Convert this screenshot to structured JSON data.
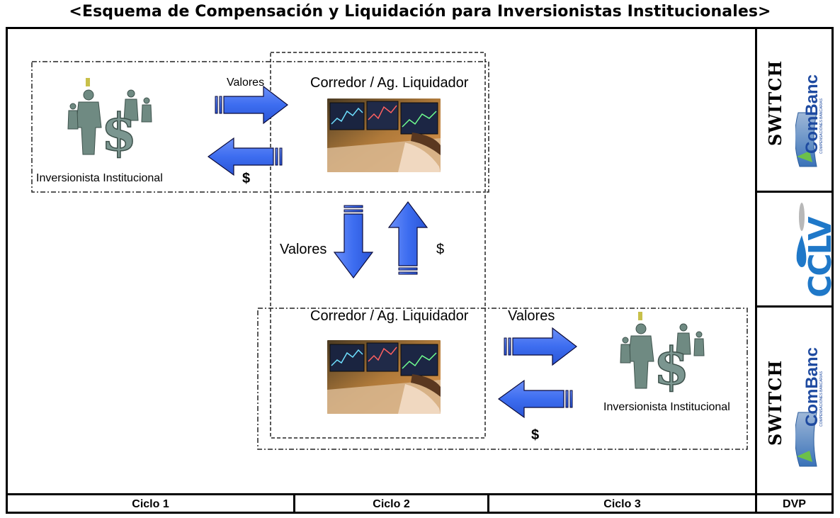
{
  "title": "<Esquema de Compensación y Liquidación para Inversionistas Institucionales>",
  "nodes": {
    "investor_1": "Inversionista Institucional",
    "broker_1": "Corredor / Ag. Liquidador",
    "broker_2": "Corredor / Ag. Liquidador",
    "investor_2": "Inversionista Institucional"
  },
  "flows": {
    "top_securities": "Valores",
    "top_cash": "$",
    "middle_securities": "Valores",
    "middle_cash": "$",
    "bottom_securities": "Valores",
    "bottom_cash": "$"
  },
  "side_panel": {
    "switch_top": "SWITCH",
    "combanc_top": "ComBanc",
    "combanc_top_sub": "COMPENSACIONES BANCARIAS",
    "cclv": "CCLV",
    "switch_bottom": "SWITCH",
    "combanc_bottom": "ComBanc",
    "combanc_bottom_sub": "COMPENSACIONES BANCARIAS"
  },
  "footer": {
    "cycle_1": "Ciclo 1",
    "cycle_2": "Ciclo 2",
    "cycle_3": "Ciclo 3",
    "dvp": "DVP"
  },
  "colors": {
    "arrow_fill": "#3d6df0",
    "arrow_outline": "#0a0a3a",
    "combanc_text": "#1e4aa0",
    "cclv_blue": "#1f78c8",
    "frame": "#000000"
  }
}
